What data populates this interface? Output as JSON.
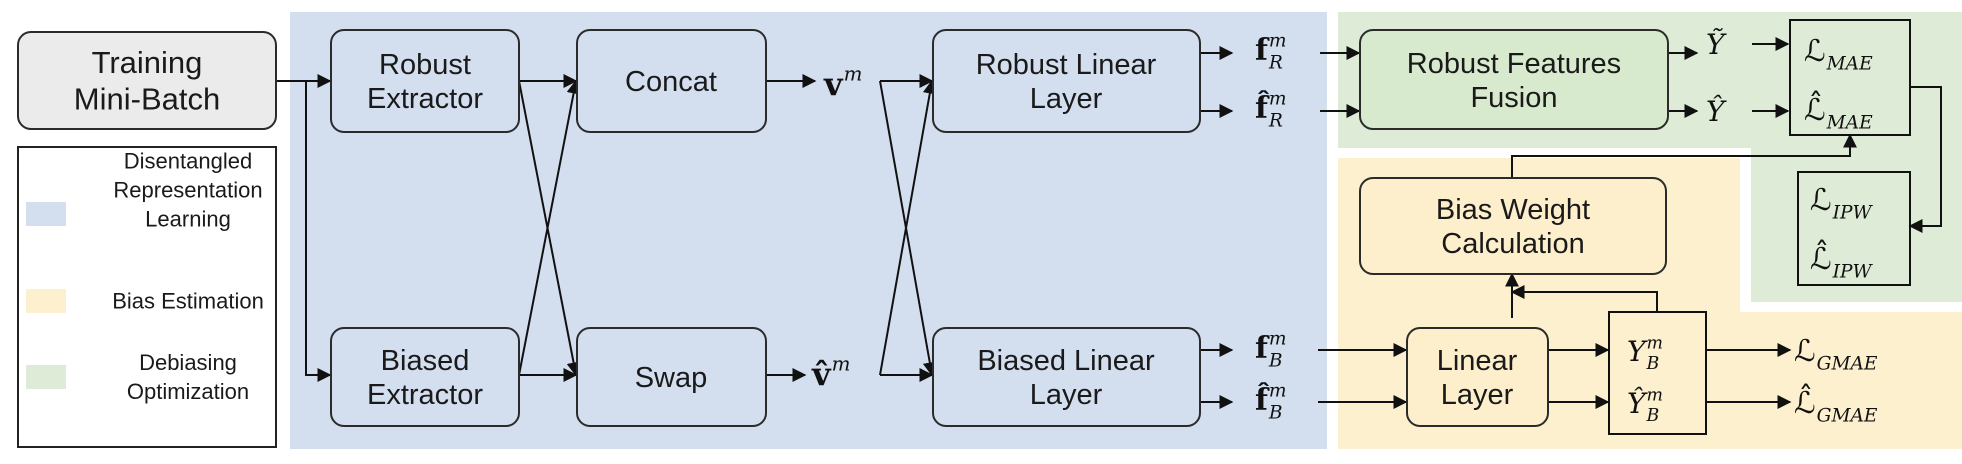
{
  "colors": {
    "drl_region": "#d3deef",
    "bias_region": "#fdf0cf",
    "debias_region": "#deebd6",
    "input_fill": "#ebebeb",
    "drl_box_fill": "#d3deef",
    "bias_box_fill": "#fdefcb",
    "debias_box_fill": "#d8eacd"
  },
  "nodes": {
    "training": [
      "Training",
      "Mini-Batch"
    ],
    "robust_extractor": [
      "Robust",
      "Extractor"
    ],
    "biased_extractor": [
      "Biased",
      "Extractor"
    ],
    "concat": [
      "Concat"
    ],
    "swap": [
      "Swap"
    ],
    "robust_linear": [
      "Robust Linear",
      "Layer"
    ],
    "biased_linear": [
      "Biased Linear",
      "Layer"
    ],
    "robust_fusion": [
      "Robust Features",
      "Fusion"
    ],
    "bias_weight": [
      "Bias Weight",
      "Calculation"
    ],
    "linear_layer": [
      "Linear",
      "Layer"
    ]
  },
  "symbols": {
    "v": {
      "base": "v",
      "sup": "m"
    },
    "vhat": {
      "base": "v̂",
      "sup": "m"
    },
    "fR": {
      "base": "f",
      "sub": "R",
      "sup": "m"
    },
    "fRhat": {
      "base": "f̂",
      "sub": "R",
      "sup": "m"
    },
    "fB": {
      "base": "f",
      "sub": "B",
      "sup": "m"
    },
    "fBhat": {
      "base": "f̂",
      "sub": "B",
      "sup": "m"
    },
    "Ytilde": {
      "base": "Ỹ"
    },
    "Yhat": {
      "base": "Ŷ"
    },
    "YB": {
      "base": "Y",
      "sub": "B",
      "sup": "m"
    },
    "YBhat": {
      "base": "Ŷ",
      "sub": "B",
      "sup": "m"
    }
  },
  "losses": {
    "mae": {
      "base": "ℒ",
      "sub": "MAE"
    },
    "mae_hat": {
      "base": "ℒ̂",
      "sub": "MAE"
    },
    "ipw": {
      "base": "ℒ",
      "sub": "IPW"
    },
    "ipw_hat": {
      "base": "ℒ̂",
      "sub": "IPW"
    },
    "gmae": {
      "base": "ℒ",
      "sub": "GMAE"
    },
    "gmae_hat": {
      "base": "ℒ̂",
      "sub": "GMAE"
    }
  },
  "legend": [
    {
      "label": [
        "Disentangled",
        "Representation",
        "Learning"
      ],
      "color": "#d3deef"
    },
    {
      "label": [
        "Bias Estimation"
      ],
      "color": "#fdf0cf"
    },
    {
      "label": [
        "Debiasing",
        "Optimization"
      ],
      "color": "#deebd6"
    }
  ]
}
